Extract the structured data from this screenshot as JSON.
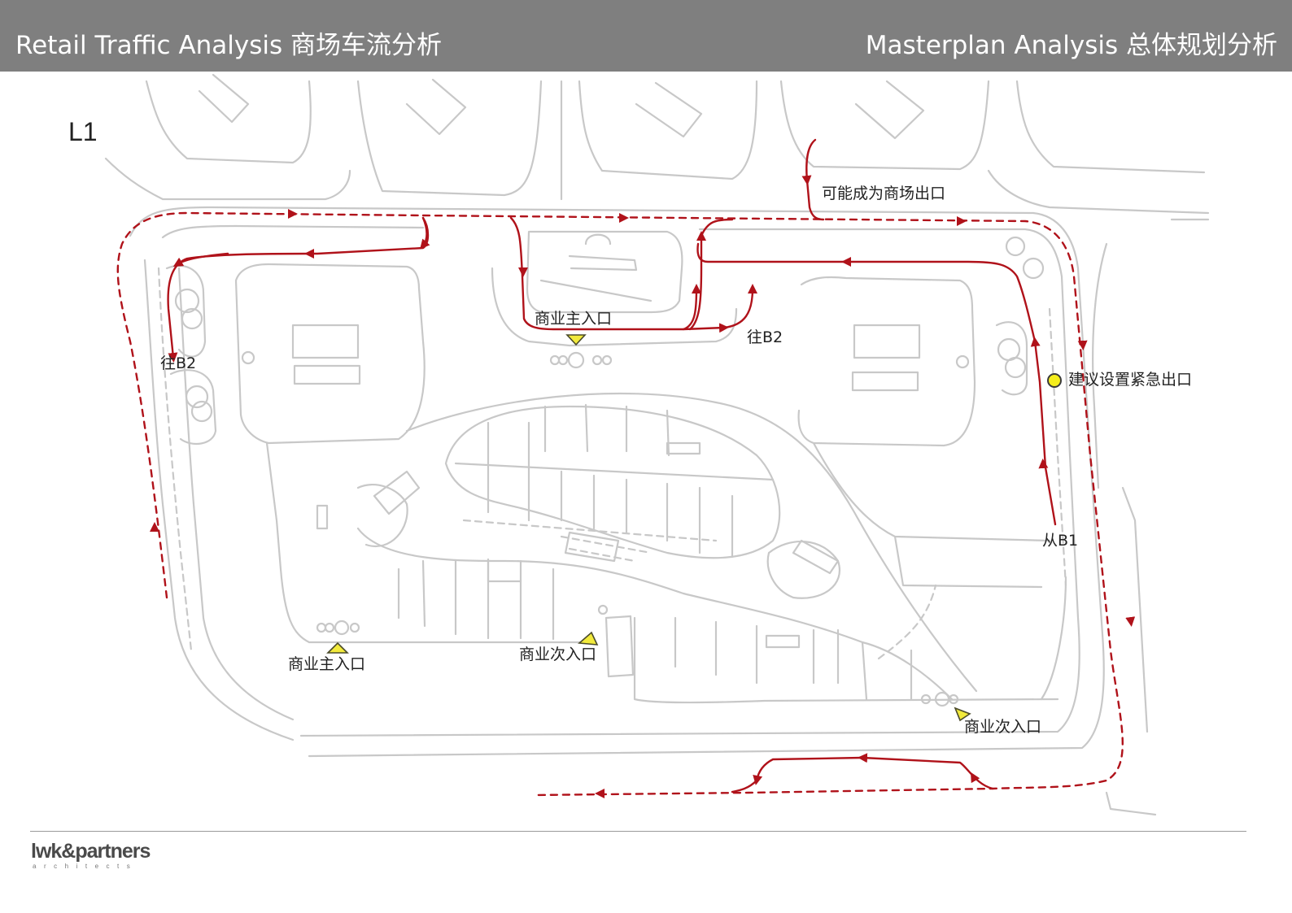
{
  "header": {
    "left_title": "Retail Traffic Analysis 商场车流分析",
    "right_title": "Masterplan Analysis 总体规划分析"
  },
  "plan": {
    "level": "L1",
    "labels": {
      "possible_exit": "可能成为商场出口",
      "main_entrance_top": "商业主入口",
      "to_b2_center": "往B2",
      "to_b2_left": "往B2",
      "emergency_exit": "建议设置紧急出口",
      "from_b1": "从B1",
      "main_entrance_bottom": "商业主入口",
      "secondary_entrance_center": "商业次入口",
      "secondary_entrance_right": "商业次入口"
    },
    "colors": {
      "traffic_route": "#b0121a",
      "entrance_marker": "#f2ea3c",
      "emergency_marker": "#f5ee1d",
      "sketch": "#c8c8c8"
    }
  },
  "footer": {
    "logo": "lwk&partners",
    "logo_sub": "architects"
  }
}
